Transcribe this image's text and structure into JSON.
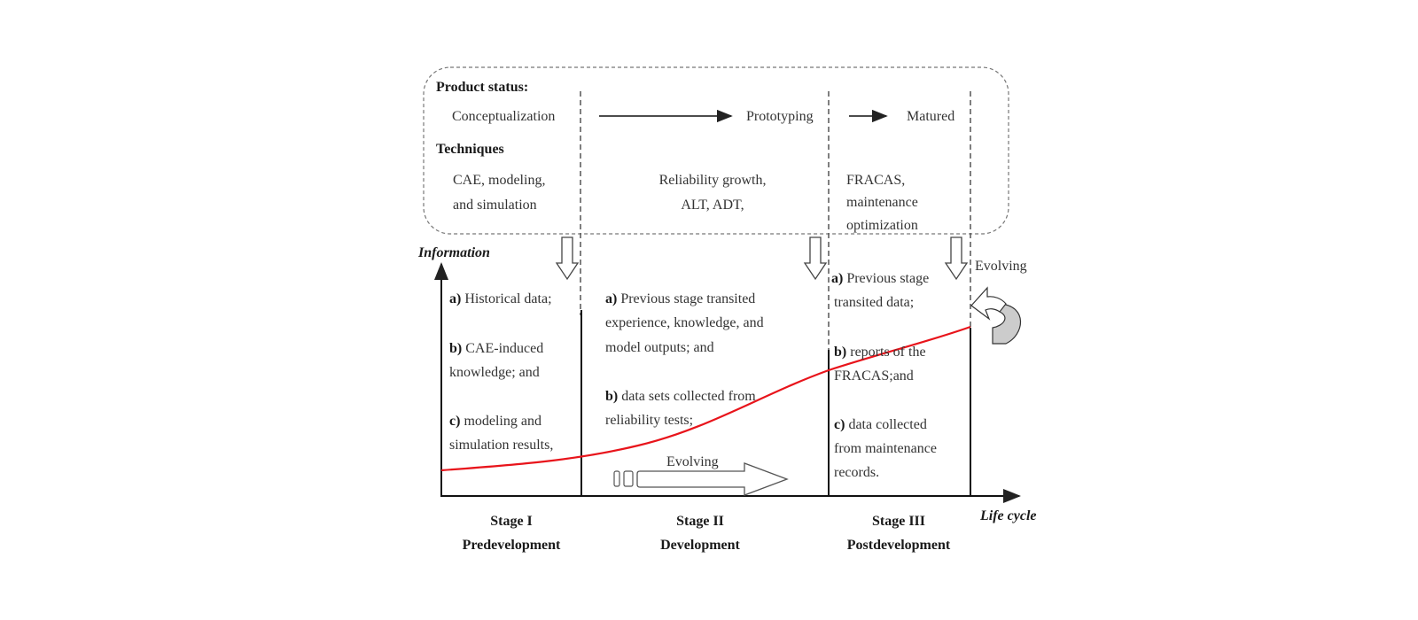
{
  "top_box": {
    "product_status_label": "Product status:",
    "statuses": [
      "Conceptualization",
      "Prototyping",
      "Matured"
    ],
    "techniques_label": "Techniques",
    "techniques": [
      [
        "CAE, modeling,",
        "and simulation"
      ],
      [
        "Reliability growth,",
        "ALT, ADT,"
      ],
      [
        "FRACAS,",
        "maintenance",
        "optimization"
      ]
    ]
  },
  "axes": {
    "y_label": "Information",
    "x_label": "Life cycle"
  },
  "stages": [
    {
      "name": "Stage I",
      "phase": "Predevelopment",
      "items": [
        {
          "marker": "a)",
          "lines": [
            "Historical data;"
          ]
        },
        {
          "marker": "b)",
          "lines": [
            "CAE-induced",
            "knowledge; and"
          ]
        },
        {
          "marker": "c)",
          "lines": [
            "modeling and",
            "simulation results,"
          ]
        }
      ]
    },
    {
      "name": "Stage II",
      "phase": "Development",
      "items": [
        {
          "marker": "a)",
          "lines": [
            "Previous stage transited",
            "experience, knowledge, and",
            "model outputs; and"
          ]
        },
        {
          "marker": "b)",
          "lines": [
            "data sets collected from",
            "reliability tests;"
          ]
        }
      ]
    },
    {
      "name": "Stage III",
      "phase": "Postdevelopment",
      "items": [
        {
          "marker": "a)",
          "lines": [
            "Previous stage",
            "transited data;"
          ]
        },
        {
          "marker": "b)",
          "lines": [
            "reports of the",
            "FRACAS;and"
          ]
        },
        {
          "marker": "c)",
          "lines": [
            "data collected",
            "from maintenance",
            "records."
          ]
        }
      ]
    }
  ],
  "evolving_labels": {
    "horizontal": "Evolving",
    "circular": "Evolving"
  },
  "colors": {
    "curve": "#e8141b",
    "line": "#111111",
    "dashed": "#555555",
    "arrow_fill_gray": "#cccccc"
  }
}
